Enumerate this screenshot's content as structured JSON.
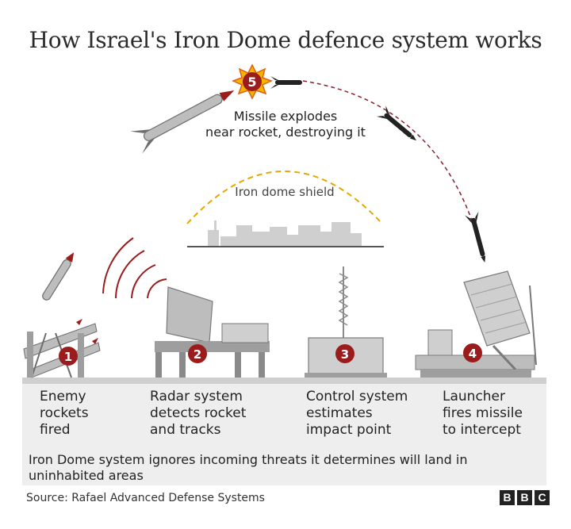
{
  "title": "How Israel's Iron Dome defence system works",
  "explosion": {
    "number": "5",
    "caption_line1": "Missile explodes",
    "caption_line2": "near rocket, destroying it"
  },
  "shield_label": "Iron dome shield",
  "steps": [
    {
      "number": "1",
      "label": "Enemy\nrockets\nfired"
    },
    {
      "number": "2",
      "label": "Radar system\ndetects rocket\nand tracks"
    },
    {
      "number": "3",
      "label": "Control system\nestimates\nimpact point"
    },
    {
      "number": "4",
      "label": "Launcher\nfires missile\nto intercept"
    }
  ],
  "note": "Iron Dome system ignores incoming threats it determines will land in uninhabited areas",
  "source": "Source: Rafael Advanced Defense Systems",
  "logo": [
    "B",
    "B",
    "C"
  ],
  "colors": {
    "badge": "#9b1c1c",
    "shield": "#e6a800",
    "trajectory": "#8a1f2f",
    "equipment": "#bdbdbd",
    "explosion": "#f4b400"
  }
}
